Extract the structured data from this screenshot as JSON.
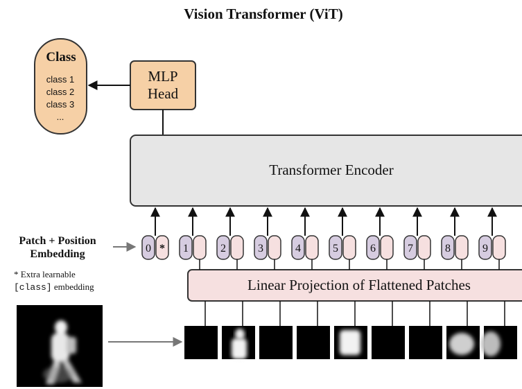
{
  "title": "Vision Transformer (ViT)",
  "class_box": {
    "heading": "Class",
    "items": [
      "class 1",
      "class 2",
      "class 3",
      "..."
    ]
  },
  "mlp_head": {
    "line1": "MLP",
    "line2": "Head"
  },
  "encoder": {
    "label": "Transformer Encoder"
  },
  "embedding_label": {
    "line1": "Patch + Position",
    "line2": "Embedding"
  },
  "note": {
    "line1": "* Extra learnable",
    "line2_code": "[class]",
    "line2_rest": " embedding"
  },
  "projection": {
    "label": "Linear Projection of Flattened Patches"
  },
  "tokens": [
    {
      "index": "0",
      "content": "*"
    },
    {
      "index": "1",
      "content": ""
    },
    {
      "index": "2",
      "content": ""
    },
    {
      "index": "3",
      "content": ""
    },
    {
      "index": "4",
      "content": ""
    },
    {
      "index": "5",
      "content": ""
    },
    {
      "index": "6",
      "content": ""
    },
    {
      "index": "7",
      "content": ""
    },
    {
      "index": "8",
      "content": ""
    },
    {
      "index": "9",
      "content": ""
    }
  ],
  "colors": {
    "mlp_fill": "#f6d0a6",
    "class_fill": "#f6d0a6",
    "encoder_fill": "#e6e6e6",
    "projection_fill": "#f6e0e0",
    "position_fill": "#d6cce0",
    "patch_fill": "#f6e0e0",
    "stroke": "#333333"
  }
}
